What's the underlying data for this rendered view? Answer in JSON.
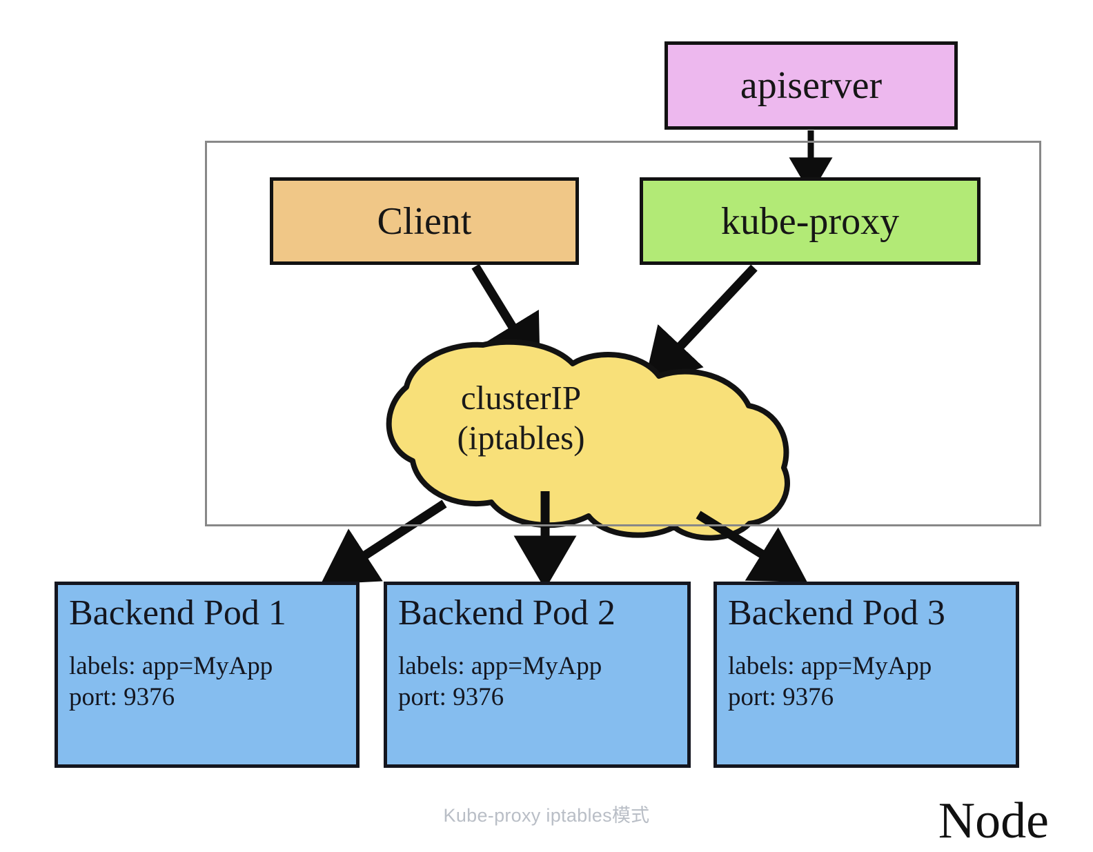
{
  "diagram": {
    "caption": "Kube-proxy iptables模式",
    "node_label": "Node",
    "nodes": {
      "apiserver": {
        "label": "apiserver",
        "color": "#edb8ee"
      },
      "client": {
        "label": "Client",
        "color": "#f0c787"
      },
      "kube_proxy": {
        "label": "kube-proxy",
        "color": "#b2ea76"
      },
      "cluster_ip": {
        "line1": "clusterIP",
        "line2": "(iptables)",
        "color": "#f8e079",
        "shape": "cloud"
      }
    },
    "pods": [
      {
        "title": "Backend Pod 1",
        "labels_line": "labels: app=MyApp",
        "port_line": "port: 9376",
        "color": "#85bdef"
      },
      {
        "title": "Backend Pod 2",
        "labels_line": "labels: app=MyApp",
        "port_line": "port: 9376",
        "color": "#85bdef"
      },
      {
        "title": "Backend Pod 3",
        "labels_line": "labels: app=MyApp",
        "port_line": "port: 9376",
        "color": "#85bdef"
      }
    ],
    "edges": [
      {
        "from": "apiserver",
        "to": "kube-proxy",
        "style": "solid-arrow"
      },
      {
        "from": "client",
        "to": "clusterIP",
        "style": "solid-arrow"
      },
      {
        "from": "kube-proxy",
        "to": "clusterIP",
        "style": "solid-arrow"
      },
      {
        "from": "clusterIP",
        "to": "Backend Pod 1",
        "style": "solid-arrow"
      },
      {
        "from": "clusterIP",
        "to": "Backend Pod 2",
        "style": "solid-arrow"
      },
      {
        "from": "clusterIP",
        "to": "Backend Pod 3",
        "style": "solid-arrow"
      }
    ],
    "colors": {
      "arrow": "#0d0d0d",
      "node_border": "#888888",
      "box_border": "#121212",
      "caption_text": "#b9bec6"
    }
  }
}
